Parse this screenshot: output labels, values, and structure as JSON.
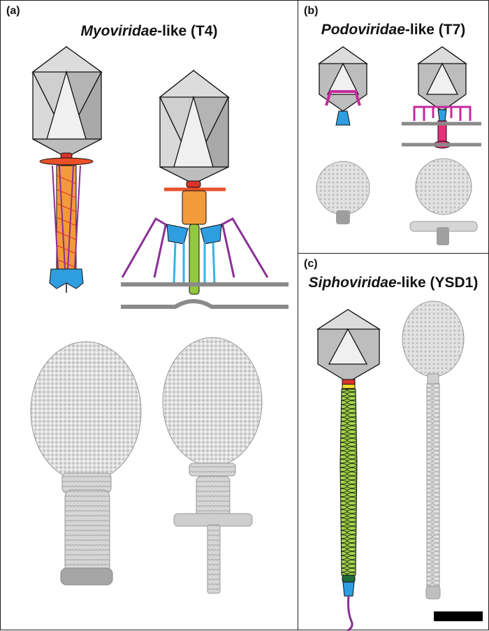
{
  "panels": {
    "a": {
      "letter": "(a)",
      "family": "Myoviridae",
      "suffix": "-like (T4)"
    },
    "b": {
      "letter": "(b)",
      "family": "Podoviridae",
      "suffix": "-like (T7)"
    },
    "c": {
      "letter": "(c)",
      "family": "Siphoviridae",
      "suffix": "-like (YSD1)"
    }
  },
  "colors": {
    "capsid_light": "#f0f0f0",
    "capsid_mid": "#cfcfcf",
    "capsid_dark": "#a9a9a9",
    "collar": "#e8502a",
    "sheath": "#f39a3a",
    "tail_tube": "#93c83e",
    "baseplate": "#2f9ee0",
    "fiber": "#8b2f97",
    "membrane": "#8a8a8a",
    "magenta": "#c42a9e",
    "pink": "#e8307a",
    "yellow": "#f2e030",
    "red": "#d8342a",
    "dark_green": "#1f6b3a",
    "density": "#dcdcdc"
  }
}
